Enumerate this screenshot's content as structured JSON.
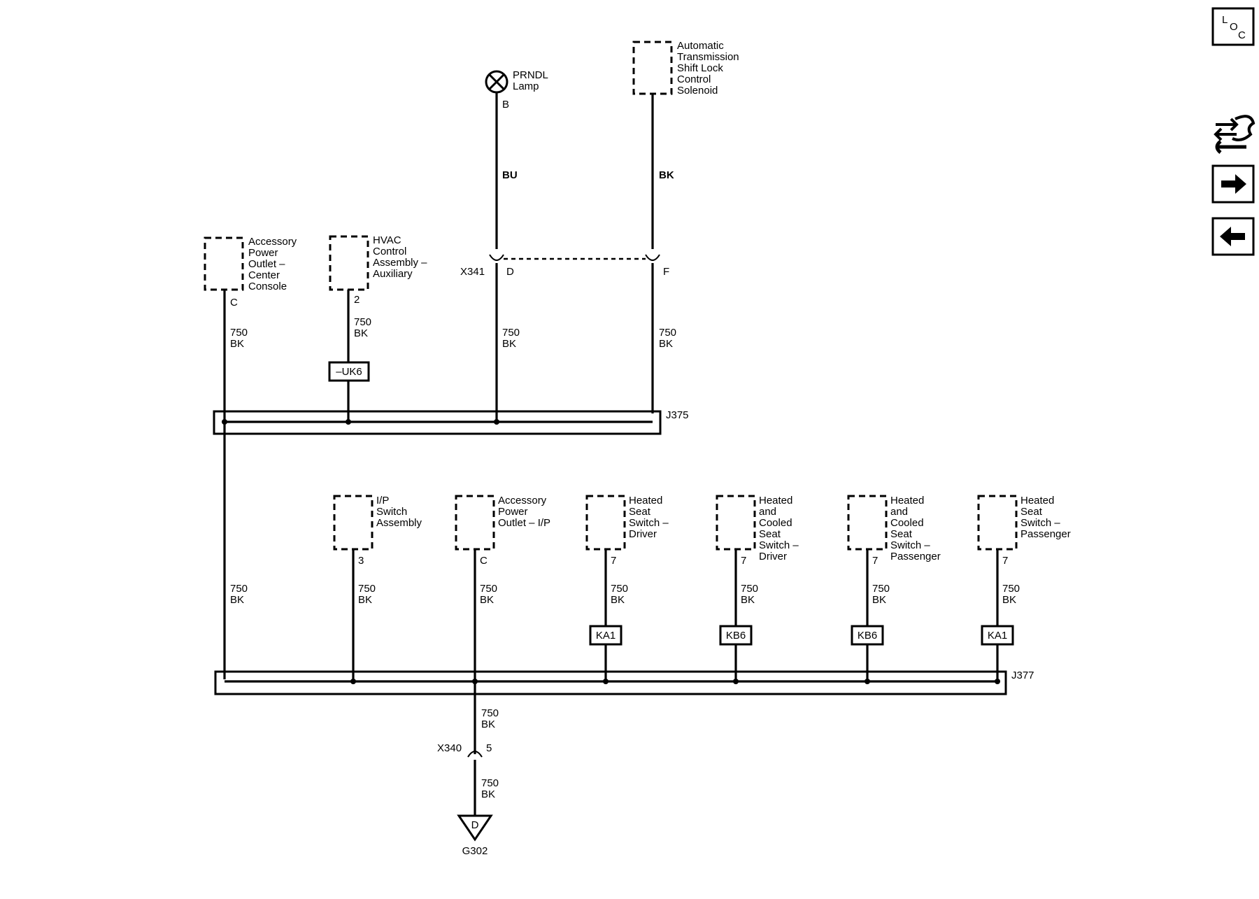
{
  "nav": {
    "loc_letters": [
      "L",
      "O",
      "C"
    ],
    "forward_icon": "arrow-right-icon",
    "back_icon": "arrow-left-icon",
    "tools_icon": "wrench-arrows-icon"
  },
  "top_components": {
    "prndl": {
      "name_lines": [
        "PRNDL",
        "Lamp"
      ],
      "pin": "B",
      "wire_color": "BU"
    },
    "shift_lock": {
      "name_lines": [
        "Automatic",
        "Transmission",
        "Shift Lock",
        "Control",
        "Solenoid"
      ],
      "wire_color": "BK"
    },
    "accessory_center": {
      "name_lines": [
        "Accessory",
        "Power",
        "Outlet –",
        "Center",
        "Console"
      ],
      "pin": "C",
      "circuit": "750",
      "wire_color": "BK"
    },
    "hvac": {
      "name_lines": [
        "HVAC",
        "Control",
        "Assembly –",
        "Auxiliary"
      ],
      "pin": "2",
      "circuit": "750",
      "wire_color": "BK",
      "option": "–UK6"
    }
  },
  "connector_x341": {
    "name": "X341",
    "pin_left": "D",
    "pin_right": "F",
    "circuit": "750",
    "wire_color": "BK"
  },
  "splice_j375": {
    "name": "J375"
  },
  "splice_j377": {
    "name": "J377"
  },
  "trunk_wire": {
    "circuit": "750",
    "wire_color": "BK"
  },
  "bottom_components": [
    {
      "name_lines": [
        "I/P",
        "Switch",
        "Assembly"
      ],
      "pin": "3",
      "circuit": "750",
      "wire_color": "BK",
      "option": ""
    },
    {
      "name_lines": [
        "Accessory",
        "Power",
        "Outlet – I/P"
      ],
      "pin": "C",
      "circuit": "750",
      "wire_color": "BK",
      "option": ""
    },
    {
      "name_lines": [
        "Heated",
        "Seat",
        "Switch –",
        "Driver"
      ],
      "pin": "7",
      "circuit": "750",
      "wire_color": "BK",
      "option": "KA1"
    },
    {
      "name_lines": [
        "Heated",
        "and",
        "Cooled",
        "Seat",
        "Switch –",
        "Driver"
      ],
      "pin": "7",
      "circuit": "750",
      "wire_color": "BK",
      "option": "KB6"
    },
    {
      "name_lines": [
        "Heated",
        "and",
        "Cooled",
        "Seat",
        "Switch –",
        "Passenger"
      ],
      "pin": "7",
      "circuit": "750",
      "wire_color": "BK",
      "option": "KB6"
    },
    {
      "name_lines": [
        "Heated",
        "Seat",
        "Switch –",
        "Passenger"
      ],
      "pin": "7",
      "circuit": "750",
      "wire_color": "BK",
      "option": "KA1"
    }
  ],
  "ground_path": {
    "upper_circuit": "750",
    "upper_color": "BK",
    "connector": "X340",
    "connector_pin": "5",
    "lower_circuit": "750",
    "lower_color": "BK",
    "ground_letter": "D",
    "ground_name": "G302"
  }
}
